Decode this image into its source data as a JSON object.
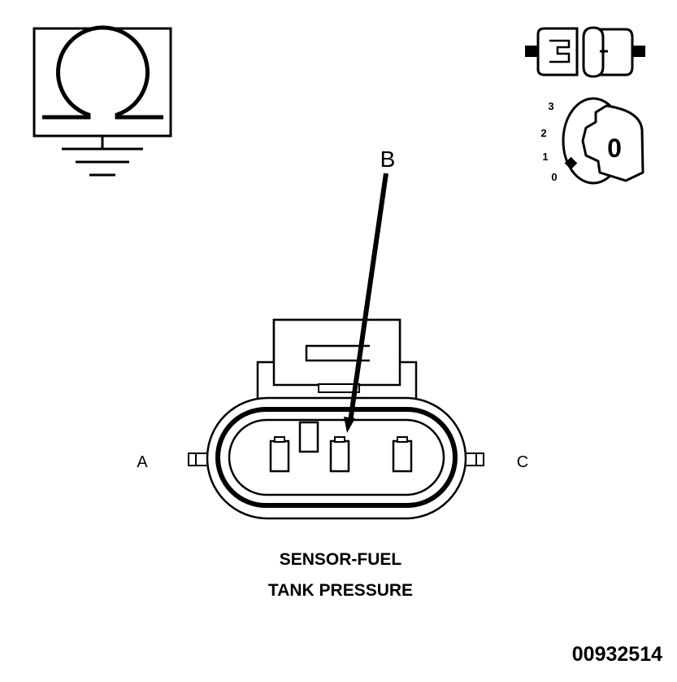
{
  "diagram": {
    "labels": {
      "pin_a": "A",
      "pin_b": "B",
      "pin_c": "C"
    },
    "caption": {
      "line1": "SENSOR-FUEL",
      "line2": "TANK PRESSURE"
    },
    "ignition_positions": [
      "0",
      "1",
      "2",
      "3"
    ],
    "key_glyph": "0",
    "figure_id": "00932514"
  }
}
